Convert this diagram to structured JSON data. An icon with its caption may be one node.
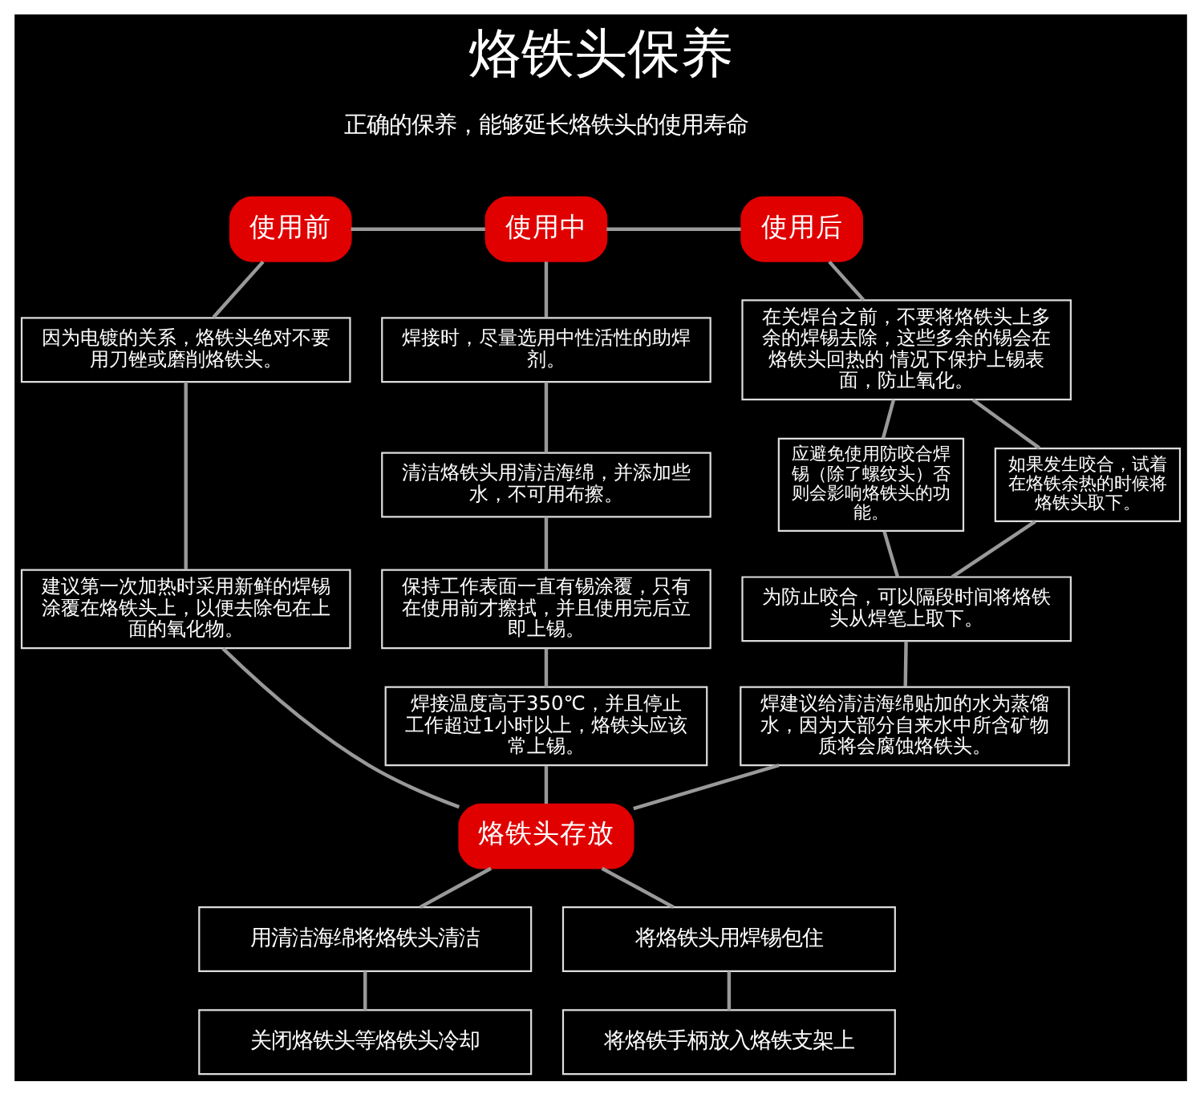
{
  "diagram": {
    "title": "烙铁头保养",
    "nodes": [
      {
        "text": [
          "使用前"
        ]
      },
      {
        "text": [
          "使用中"
        ]
      },
      {
        "text": [
          "使用后"
        ]
      },
      {
        "text": [
          "因为电镀的关系，烙铁头绝对不要用刀锉或磨削烙铁头。"
        ]
      },
      {
        "text": [
          "建议第一次加热时采用新鲜的焊锡涂覆在烙铁头上，以便去除包在上面的氧化物。"
        ]
      },
      {
        "text": [
          "焊接时，尽量选用中性活性的助焊剂。"
        ]
      },
      {
        "text": [
          "清洁烙铁头用清洁海绵，并添加些水，不可用布擦。"
        ]
      },
      {
        "text": [
          "保持工作表面一直有锡涂覆，只有在使用前才擦拭，并且使用完后立即上锡。"
        ]
      },
      {
        "text": [
          "焊接温度高于350℃，并且停止工作超过1小时以上，烙铁头应该常上锡。"
        ]
      },
      {
        "text": [
          "在关焊台之前，不要将烙铁头上多余的焊锡去除，这些多余的锡会在烙铁头回热的 情况下保护上锡表面，防止氧化。"
        ]
      },
      {
        "text": [
          "应避免使用防咬合焊锡（除了螺纹头）否则会影响烙铁头的功能。"
        ]
      },
      {
        "text": [
          "如果发生咬合，试着在烙铁余热的时候将烙铁头取下。"
        ]
      },
      {
        "text": [
          "为防止咬合，可以隔段时间将烙铁头从焊笔上取下。"
        ]
      },
      {
        "text": [
          "焊建议给清洁海绵贴加的水为蒸馏水，因为大部分自来水中所含矿物质将会腐蚀烙铁头。"
        ]
      },
      {
        "text": [
          "烙铁头存放"
        ]
      },
      {
        "text": [
          "用清洁海绵将烙铁头清洁"
        ]
      },
      {
        "text": [
          "将烙铁头用焊锡包住"
        ]
      },
      {
        "text": [
          "关闭烙铁头等烙铁头冷却"
        ]
      },
      {
        "text": [
          "将烙铁手柄放入烙铁支架上"
        ]
      }
    ],
    "edges": [
      {
        "from": 0,
        "to": 1,
        "arrow": "none"
      },
      {
        "from": 1,
        "to": 2,
        "arrow": "none"
      },
      {
        "from": 0,
        "to": 3,
        "arrow": "none"
      },
      {
        "from": 3,
        "to": 4,
        "arrow": "none"
      },
      {
        "from": 4,
        "to": 14,
        "arrow": "none"
      },
      {
        "from": 1,
        "to": 5,
        "arrow": "none"
      },
      {
        "from": 5,
        "to": 6,
        "arrow": "none"
      },
      {
        "from": 6,
        "to": 7,
        "arrow": "none"
      },
      {
        "from": 7,
        "to": 8,
        "arrow": "none"
      },
      {
        "from": 8,
        "to": 14,
        "arrow": "none"
      },
      {
        "from": 2,
        "to": 9,
        "arrow": "none"
      },
      {
        "from": 9,
        "to": 10,
        "arrow": "none"
      },
      {
        "from": 9,
        "to": 11,
        "arrow": "none"
      },
      {
        "from": 10,
        "to": 12,
        "arrow": "none"
      },
      {
        "from": 11,
        "to": 12,
        "arrow": "none"
      },
      {
        "from": 12,
        "to": 13,
        "arrow": "none"
      },
      {
        "from": 13,
        "to": 14,
        "arrow": "none"
      },
      {
        "from": 14,
        "to": 15,
        "arrow": "none"
      },
      {
        "from": 14,
        "to": 16,
        "arrow": "none"
      },
      {
        "from": 15,
        "to": 17,
        "arrow": "none"
      },
      {
        "from": 16,
        "to": 18,
        "arrow": "none"
      }
    ],
    "labels": [
      "正确的保养，能够延长烙铁头的使用寿命"
    ]
  }
}
